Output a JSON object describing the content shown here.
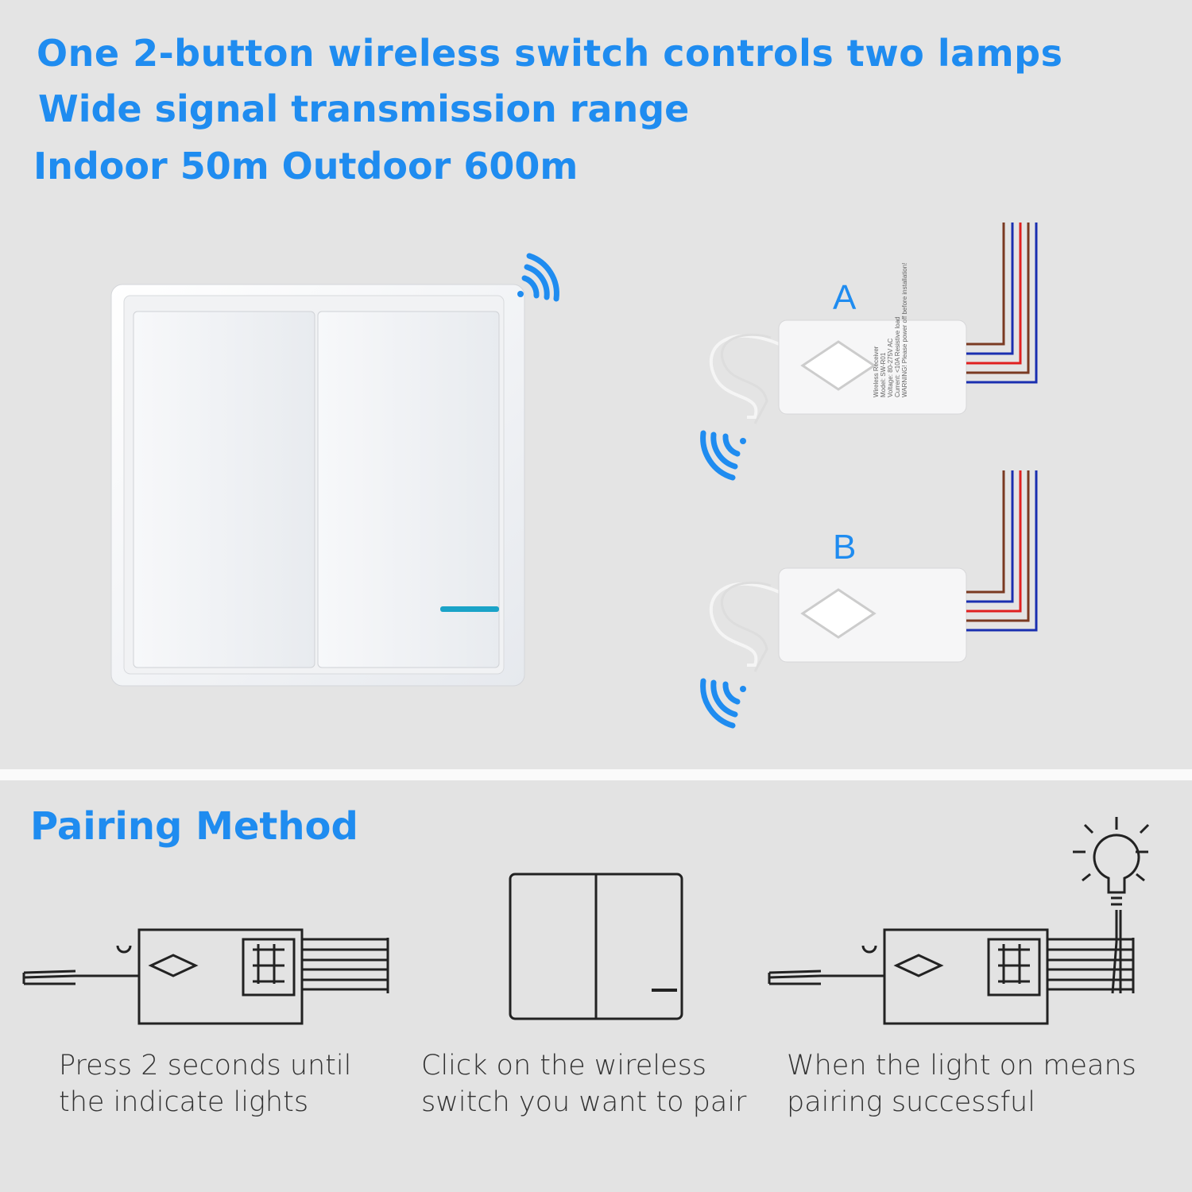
{
  "headline": {
    "line1": "One 2-button wireless switch controls two lamps",
    "line2": "Wide signal transmission range",
    "line3": "Indoor 50m  Outdoor 600m"
  },
  "receivers": [
    {
      "label": "A"
    },
    {
      "label": "B"
    }
  ],
  "receiver_print": {
    "warning": "WARNING! Please power off before installation!",
    "name": "Wireless Receiver",
    "model": "Model: SW-R01",
    "voltage": "Voltage: 80-275V AC",
    "current": "Current: <10A Resistive load"
  },
  "pairing": {
    "title": "Pairing Method",
    "steps": [
      {
        "text": "Press 2 seconds until\nthe indicate lights"
      },
      {
        "text": "Click on the wireless\nswitch you want to pair"
      },
      {
        "text": "When the light on means\npairing successful"
      }
    ]
  },
  "colors": {
    "accent": "#1f8cf0",
    "indicator": "#1aa3c8",
    "wire_brown": "#7a3a22",
    "wire_red": "#e02020",
    "wire_blue": "#1a2fb0"
  },
  "icons": [
    "wifi-signal-icon",
    "light-bulb-icon",
    "diamond-logo-icon"
  ]
}
